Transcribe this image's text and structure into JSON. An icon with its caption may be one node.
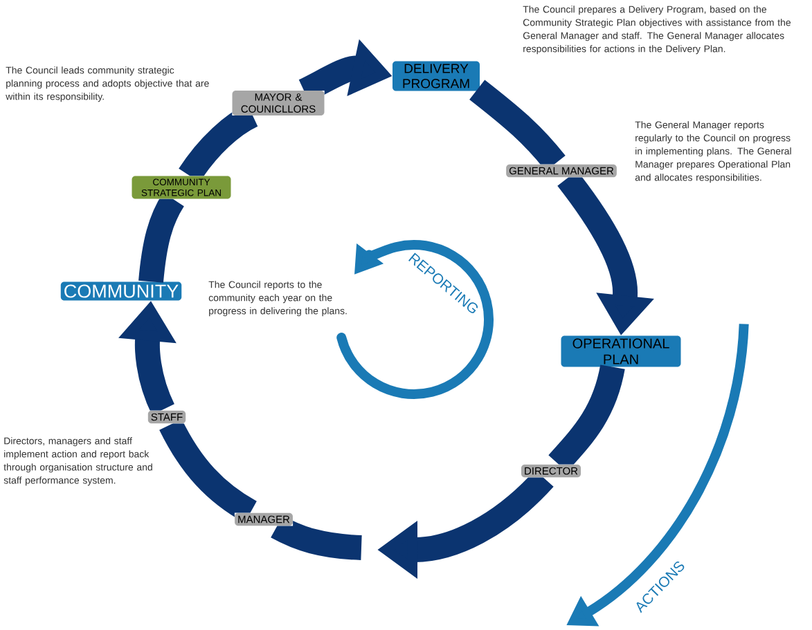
{
  "diagram": {
    "nodes": [
      {
        "text": [
          "DELIVERY PROGRAM"
        ]
      },
      {
        "text": [
          "MAYOR & COUNICLLORS"
        ]
      },
      {
        "text": [
          "GENERAL MANAGER"
        ]
      },
      {
        "text": [
          "COMMUNITY STRATEGIC PLAN"
        ]
      },
      {
        "text": [
          "COMMUNITY"
        ]
      },
      {
        "text": [
          "OPERATIONAL PLAN"
        ]
      },
      {
        "text": [
          "STAFF"
        ]
      },
      {
        "text": [
          "DIRECTOR"
        ]
      },
      {
        "text": [
          "MANAGER"
        ]
      }
    ],
    "edges": [
      {
        "from": 4,
        "to": 3,
        "arrow": "none"
      },
      {
        "from": 3,
        "to": 1,
        "arrow": "none"
      },
      {
        "from": 1,
        "to": 0,
        "arrow": "to"
      },
      {
        "from": 0,
        "to": 2,
        "arrow": "none"
      },
      {
        "from": 2,
        "to": 5,
        "arrow": "to"
      },
      {
        "from": 5,
        "to": 7,
        "arrow": "none"
      },
      {
        "from": 7,
        "to": null,
        "arrow": "to"
      },
      {
        "from": null,
        "to": 8,
        "arrow": "none"
      },
      {
        "from": 8,
        "to": 6,
        "arrow": "none"
      },
      {
        "from": 6,
        "to": 4,
        "arrow": "to"
      }
    ],
    "labels": [
      "The Council prepares a Delivery Program, based on the Community Strategic Plan objectives with assistance from the General Manager and staff. The General Manager allocates responsibilities for actions in the Delivery Plan.",
      "The Council leads community strategic planning process and adopts objective that are within its responsibility.",
      "The General Manager reports regularly to the Council on progress in implementing plans. The General Manager prepares Operational Plan and allocates responsibilities.",
      "REPORTING",
      "The Council reports to the community each year on the progress in delivering the plans.",
      "Directors, managers and staff implement action and report back through organisation structure and staff performance system.",
      "ACTIONS"
    ]
  }
}
